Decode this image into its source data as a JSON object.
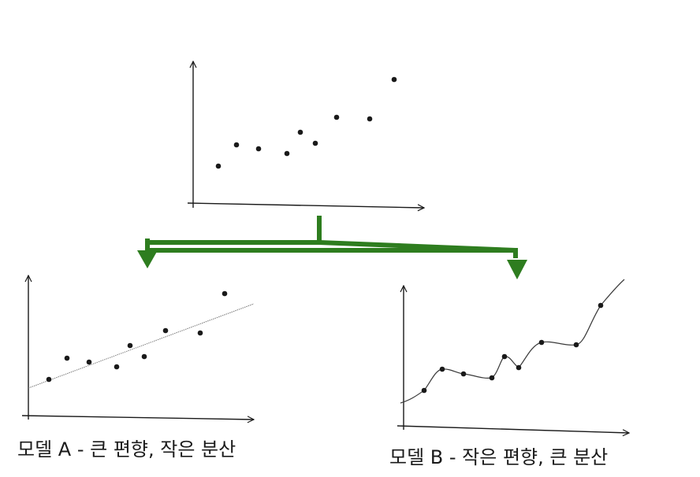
{
  "captions": {
    "model_a": "모델 A - 큰 편향, 작은 분산",
    "model_b": "모델 B - 작은 편향, 큰 분산"
  },
  "colors": {
    "arrow": "#2e7d1f",
    "ink": "#1a1a1a",
    "fit_line_a": "#7a7a7a"
  },
  "chart_data": [
    {
      "type": "scatter",
      "title": "",
      "xlabel": "",
      "ylabel": "",
      "grid": false,
      "points": [
        [
          1,
          1.0
        ],
        [
          2,
          2.1
        ],
        [
          3,
          1.9
        ],
        [
          4,
          1.7
        ],
        [
          5,
          2.5
        ],
        [
          6,
          2.2
        ],
        [
          7,
          3.7
        ],
        [
          8,
          3.6
        ],
        [
          9,
          6.2
        ]
      ]
    },
    {
      "type": "scatter",
      "title": "",
      "xlabel": "",
      "ylabel": "",
      "grid": false,
      "points": [
        [
          1,
          0.9
        ],
        [
          2,
          2.1
        ],
        [
          3,
          1.9
        ],
        [
          4,
          1.3
        ],
        [
          5,
          2.6
        ],
        [
          6,
          1.9
        ],
        [
          7,
          3.6
        ],
        [
          8,
          3.4
        ],
        [
          9,
          6.6
        ]
      ],
      "fit": "straight line"
    },
    {
      "type": "line",
      "title": "",
      "xlabel": "",
      "ylabel": "",
      "grid": false,
      "points": [
        [
          1,
          1.0
        ],
        [
          2,
          2.8
        ],
        [
          3,
          2.6
        ],
        [
          4,
          2.4
        ],
        [
          5,
          4.3
        ],
        [
          6,
          3.2
        ],
        [
          7,
          5.6
        ],
        [
          8,
          5.5
        ],
        [
          9,
          9.0
        ]
      ],
      "fit": "curve through every point"
    }
  ]
}
